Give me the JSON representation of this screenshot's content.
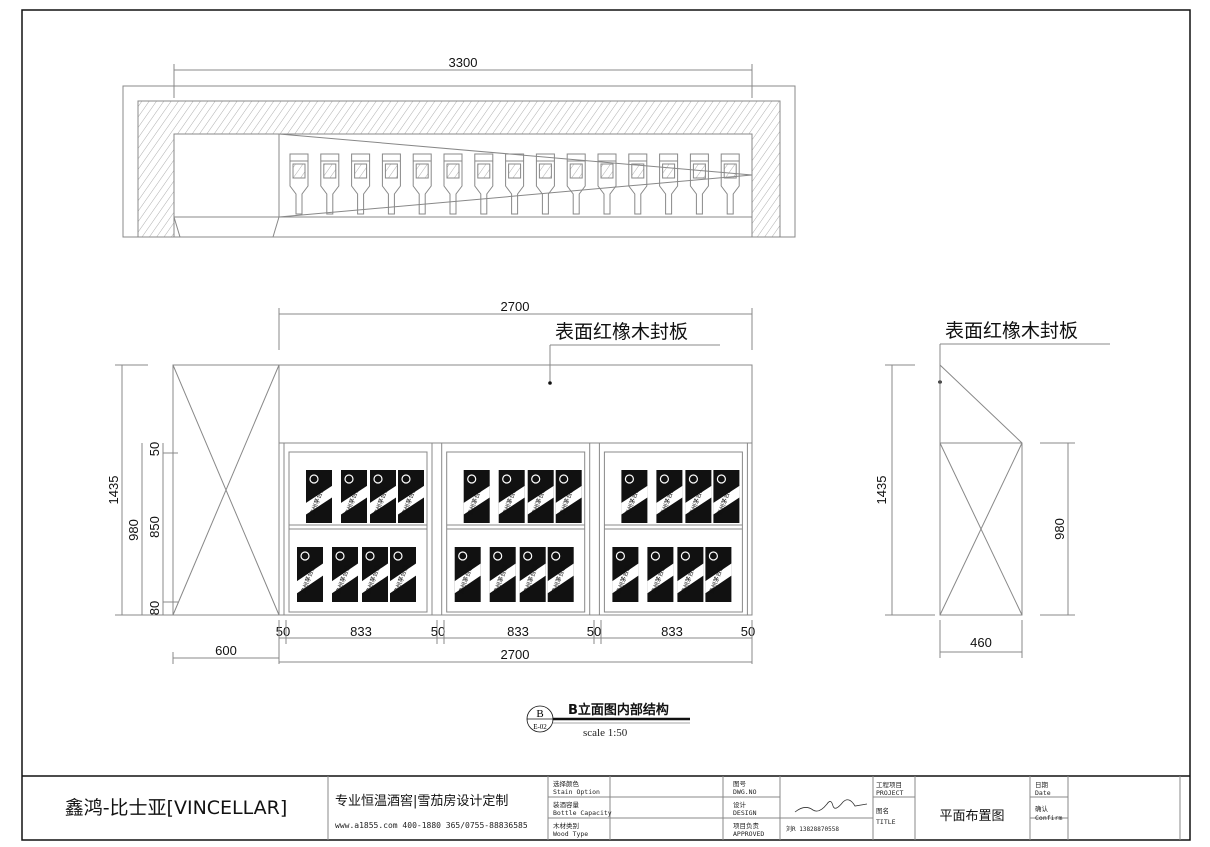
{
  "plan_view": {
    "dim_total": "3300",
    "bottle_count": 15
  },
  "front_elevation": {
    "dim_top": "2700",
    "note": "表面红橡木封板",
    "dim_left_total": "1435",
    "dim_left_cabinet": "980",
    "dim_left_top": "50",
    "dim_left_mid": "850",
    "dim_left_bottom": "80",
    "bay_dims": [
      "50",
      "833",
      "50",
      "833",
      "50",
      "833",
      "50"
    ],
    "dim_side_box": "600",
    "dim_bottom_total": "2700",
    "boxes_per_shelf": 4,
    "box_label": "贵州茅台酒"
  },
  "side_elevation": {
    "note": "表面红橡木封板",
    "dim_total": "1435",
    "dim_cabinet": "980",
    "dim_width": "460"
  },
  "caption": {
    "marker_letter": "B",
    "marker_sheet": "E-02",
    "title": "B立面图内部结构",
    "scale": "scale 1:50"
  },
  "title_block": {
    "company": "鑫鸿-比士亚[VINCELLAR]",
    "slogan": "专业恒温酒窖|雪茄房设计定制",
    "contact": "www.a1855.com 400-1880 365/0755-88836585",
    "fields": [
      {
        "cn": "选择颜色",
        "en": "Stain Option"
      },
      {
        "cn": "装酒容量",
        "en": "Bottle Capacity"
      },
      {
        "cn": "木材类别",
        "en": "Wood Type"
      }
    ],
    "drawing_fields": [
      {
        "cn": "图号",
        "en": "DWG.NO"
      },
      {
        "cn": "设计",
        "en": "DESIGN"
      },
      {
        "cn": "项目负责",
        "en": "APPROVED"
      }
    ],
    "approver_contact": "刘R 13828870558",
    "project_label": {
      "cn": "工程项目",
      "en": "PROJECT"
    },
    "title_label": {
      "cn": "图名",
      "en": "TITLE"
    },
    "title_value": "平面布置图",
    "date_label": {
      "cn": "日期",
      "en": "Date"
    },
    "confirm_label": {
      "cn": "确认",
      "en": "Confirm"
    }
  }
}
